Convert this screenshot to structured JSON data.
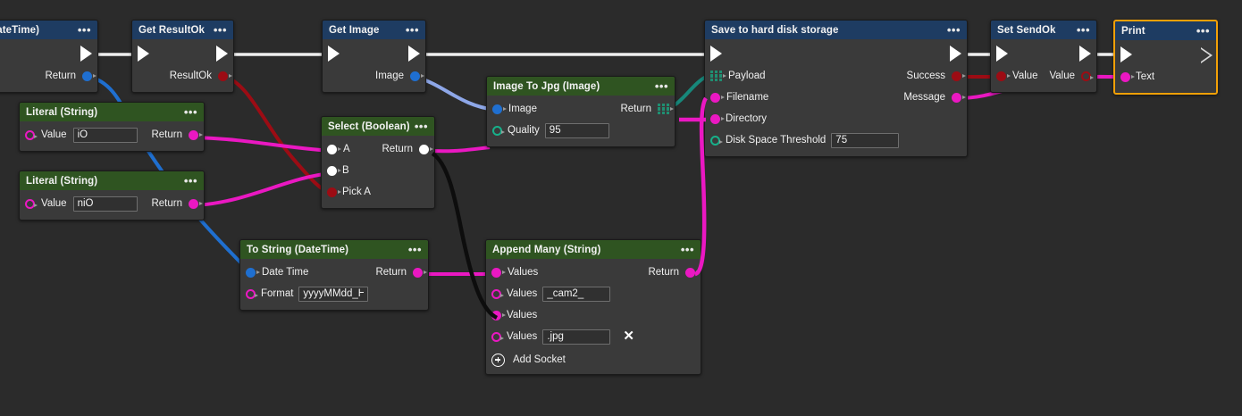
{
  "app": {
    "canvas_background": "#2b2b2b",
    "selection_color": "#f2a007"
  },
  "palette": {
    "header_blue": "#1e3c62",
    "header_green": "#2f5421",
    "exec_wire": "#f0f0f0",
    "magenta": "#ea18c2",
    "blue": "#1f6fd0",
    "dark_red": "#9c0c14",
    "teal": "#17b08a",
    "black_wire": "#0d0d0d"
  },
  "labels": {
    "dots": "•••",
    "add_socket": "Add Socket",
    "remove": "✕"
  },
  "nodes": [
    {
      "id": "now",
      "title": "Now (DateTime)",
      "header": "blue",
      "outputs": [
        {
          "label": "Return",
          "socket": "blue"
        }
      ]
    },
    {
      "id": "get_resultok",
      "title": "Get ResultOk",
      "header": "blue",
      "outputs": [
        {
          "label": "ResultOk",
          "socket": "dred"
        }
      ]
    },
    {
      "id": "get_image",
      "title": "Get Image",
      "header": "blue",
      "outputs": [
        {
          "label": "Image",
          "socket": "blue"
        }
      ]
    },
    {
      "id": "save_disk",
      "title": "Save to hard disk storage",
      "header": "blue",
      "inputs": [
        {
          "label": "Payload",
          "socket": "grid"
        },
        {
          "label": "Filename",
          "socket": "magenta"
        },
        {
          "label": "Directory",
          "socket": "magenta"
        },
        {
          "label": "Disk Space Threshold",
          "socket": "teal-o",
          "value": "75"
        }
      ],
      "outputs": [
        {
          "label": "Success",
          "socket": "dred"
        },
        {
          "label": "Message",
          "socket": "magenta"
        }
      ]
    },
    {
      "id": "set_sendok",
      "title": "Set SendOk",
      "header": "blue",
      "inputs": [
        {
          "label": "Value",
          "socket": "dred"
        }
      ],
      "outputs": [
        {
          "label": "Value",
          "socket": "dred-o"
        }
      ]
    },
    {
      "id": "print",
      "title": "Print",
      "header": "blue",
      "selected": true,
      "inputs": [
        {
          "label": "Text",
          "socket": "magenta"
        }
      ]
    },
    {
      "id": "literal_io",
      "title": "Literal (String)",
      "header": "green",
      "inputs": [
        {
          "label": "Value",
          "socket": "magenta-o",
          "value": "iO"
        }
      ],
      "outputs": [
        {
          "label": "Return",
          "socket": "magenta"
        }
      ]
    },
    {
      "id": "literal_nio",
      "title": "Literal (String)",
      "header": "green",
      "inputs": [
        {
          "label": "Value",
          "socket": "magenta-o",
          "value": "niO"
        }
      ],
      "outputs": [
        {
          "label": "Return",
          "socket": "magenta"
        }
      ]
    },
    {
      "id": "image_to_jpg",
      "title": "Image To Jpg (Image)",
      "header": "green",
      "inputs": [
        {
          "label": "Image",
          "socket": "blue"
        },
        {
          "label": "Quality",
          "socket": "teal-o",
          "value": "95"
        }
      ],
      "outputs": [
        {
          "label": "Return",
          "socket": "grid"
        }
      ]
    },
    {
      "id": "select_bool",
      "title": "Select (Boolean)",
      "header": "green",
      "inputs": [
        {
          "label": "A",
          "socket": "white"
        },
        {
          "label": "B",
          "socket": "white"
        },
        {
          "label": "Pick A",
          "socket": "dred"
        }
      ],
      "outputs": [
        {
          "label": "Return",
          "socket": "white"
        }
      ]
    },
    {
      "id": "to_string_dt",
      "title": "To String (DateTime)",
      "header": "green",
      "inputs": [
        {
          "label": "Date Time",
          "socket": "blue"
        },
        {
          "label": "Format",
          "socket": "magenta-o",
          "value": "yyyyMMdd_HH"
        }
      ],
      "outputs": [
        {
          "label": "Return",
          "socket": "magenta"
        }
      ]
    },
    {
      "id": "append_many",
      "title": "Append Many (String)",
      "header": "green",
      "inputs": [
        {
          "label": "Values",
          "socket": "magenta"
        },
        {
          "label": "Values",
          "socket": "magenta-o",
          "value": "_cam2_"
        },
        {
          "label": "Values",
          "socket": "magenta"
        },
        {
          "label": "Values",
          "socket": "magenta-o",
          "value": ".jpg",
          "removable": true
        }
      ],
      "outputs": [
        {
          "label": "Return",
          "socket": "magenta"
        }
      ],
      "add_socket": true
    }
  ]
}
